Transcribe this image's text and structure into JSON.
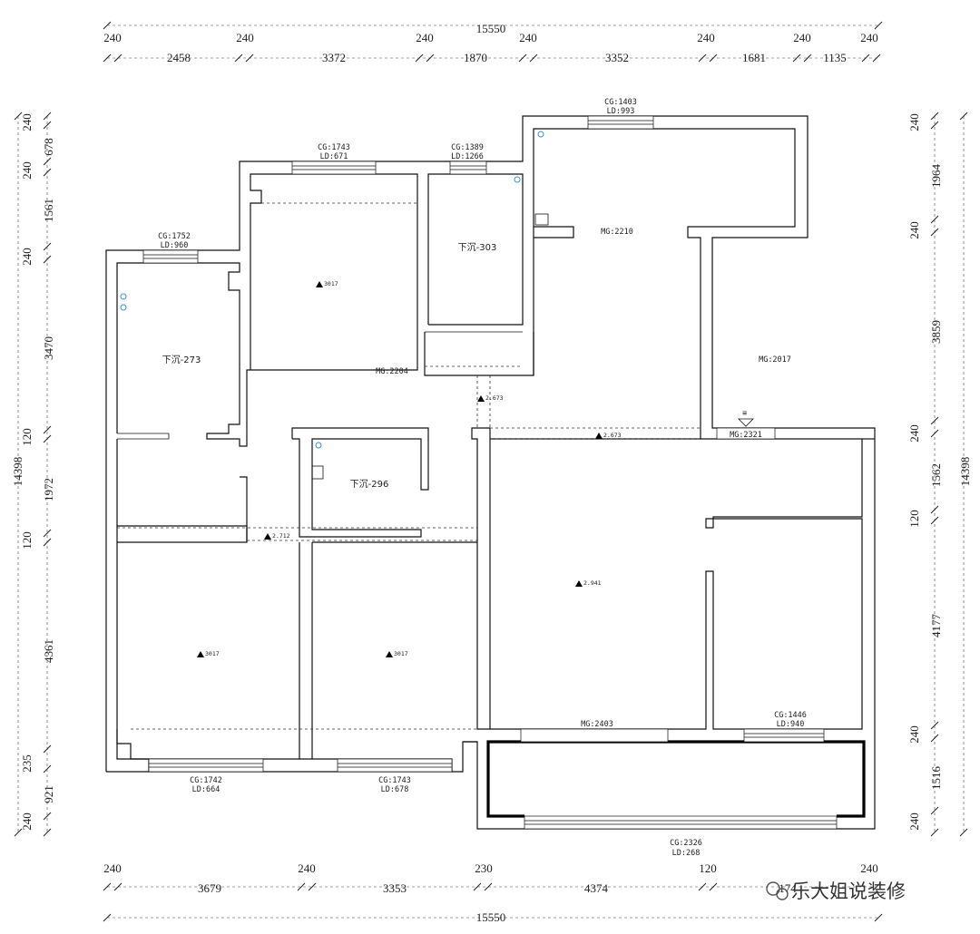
{
  "top_dims": {
    "overall": "15550",
    "walls": [
      "240",
      "240",
      "240",
      "240",
      "240",
      "240",
      "240"
    ],
    "spans": [
      "2458",
      "3372",
      "1870",
      "3352",
      "1681",
      "1135"
    ]
  },
  "bottom_dims": {
    "overall": "15550",
    "walls": [
      "240",
      "240",
      "230",
      "120",
      "240"
    ],
    "spans": [
      "3679",
      "3353",
      "4374",
      "174"
    ]
  },
  "left_dims": {
    "overall": "14398",
    "items": [
      "240",
      "678",
      "240",
      "1561",
      "240",
      "3470",
      "120",
      "1972",
      "120",
      "4361",
      "235",
      "921",
      "240"
    ]
  },
  "right_dims": {
    "overall": "14398",
    "items": [
      "240",
      "1964",
      "240",
      "3859",
      "240",
      "1562",
      "120",
      "4177",
      "240",
      "1516",
      "240"
    ]
  },
  "windows": [
    {
      "cg": "CG:1403",
      "ld": "LD:993"
    },
    {
      "cg": "CG:1743",
      "ld": "LD:671"
    },
    {
      "cg": "CG:1389",
      "ld": "LD:1266"
    },
    {
      "cg": "CG:1752",
      "ld": "LD:960"
    },
    {
      "cg": "CG:1742",
      "ld": "LD:664"
    },
    {
      "cg": "CG:1743",
      "ld": "LD:678"
    },
    {
      "cg": "CG:1446",
      "ld": "LD:940"
    },
    {
      "cg": "CG:2326",
      "ld": "LD:268"
    }
  ],
  "doors": [
    "MG:2210",
    "MG:2204",
    "MG:2017",
    "MG:2321",
    "MG:2403"
  ],
  "rooms": [
    "下沉-273",
    "下沉-303",
    "下沉-296"
  ],
  "heights": [
    "3017",
    "3017",
    "3017",
    "2.673",
    "2.673",
    "2.712",
    "2.941"
  ],
  "watermark": "乐大姐说装修"
}
